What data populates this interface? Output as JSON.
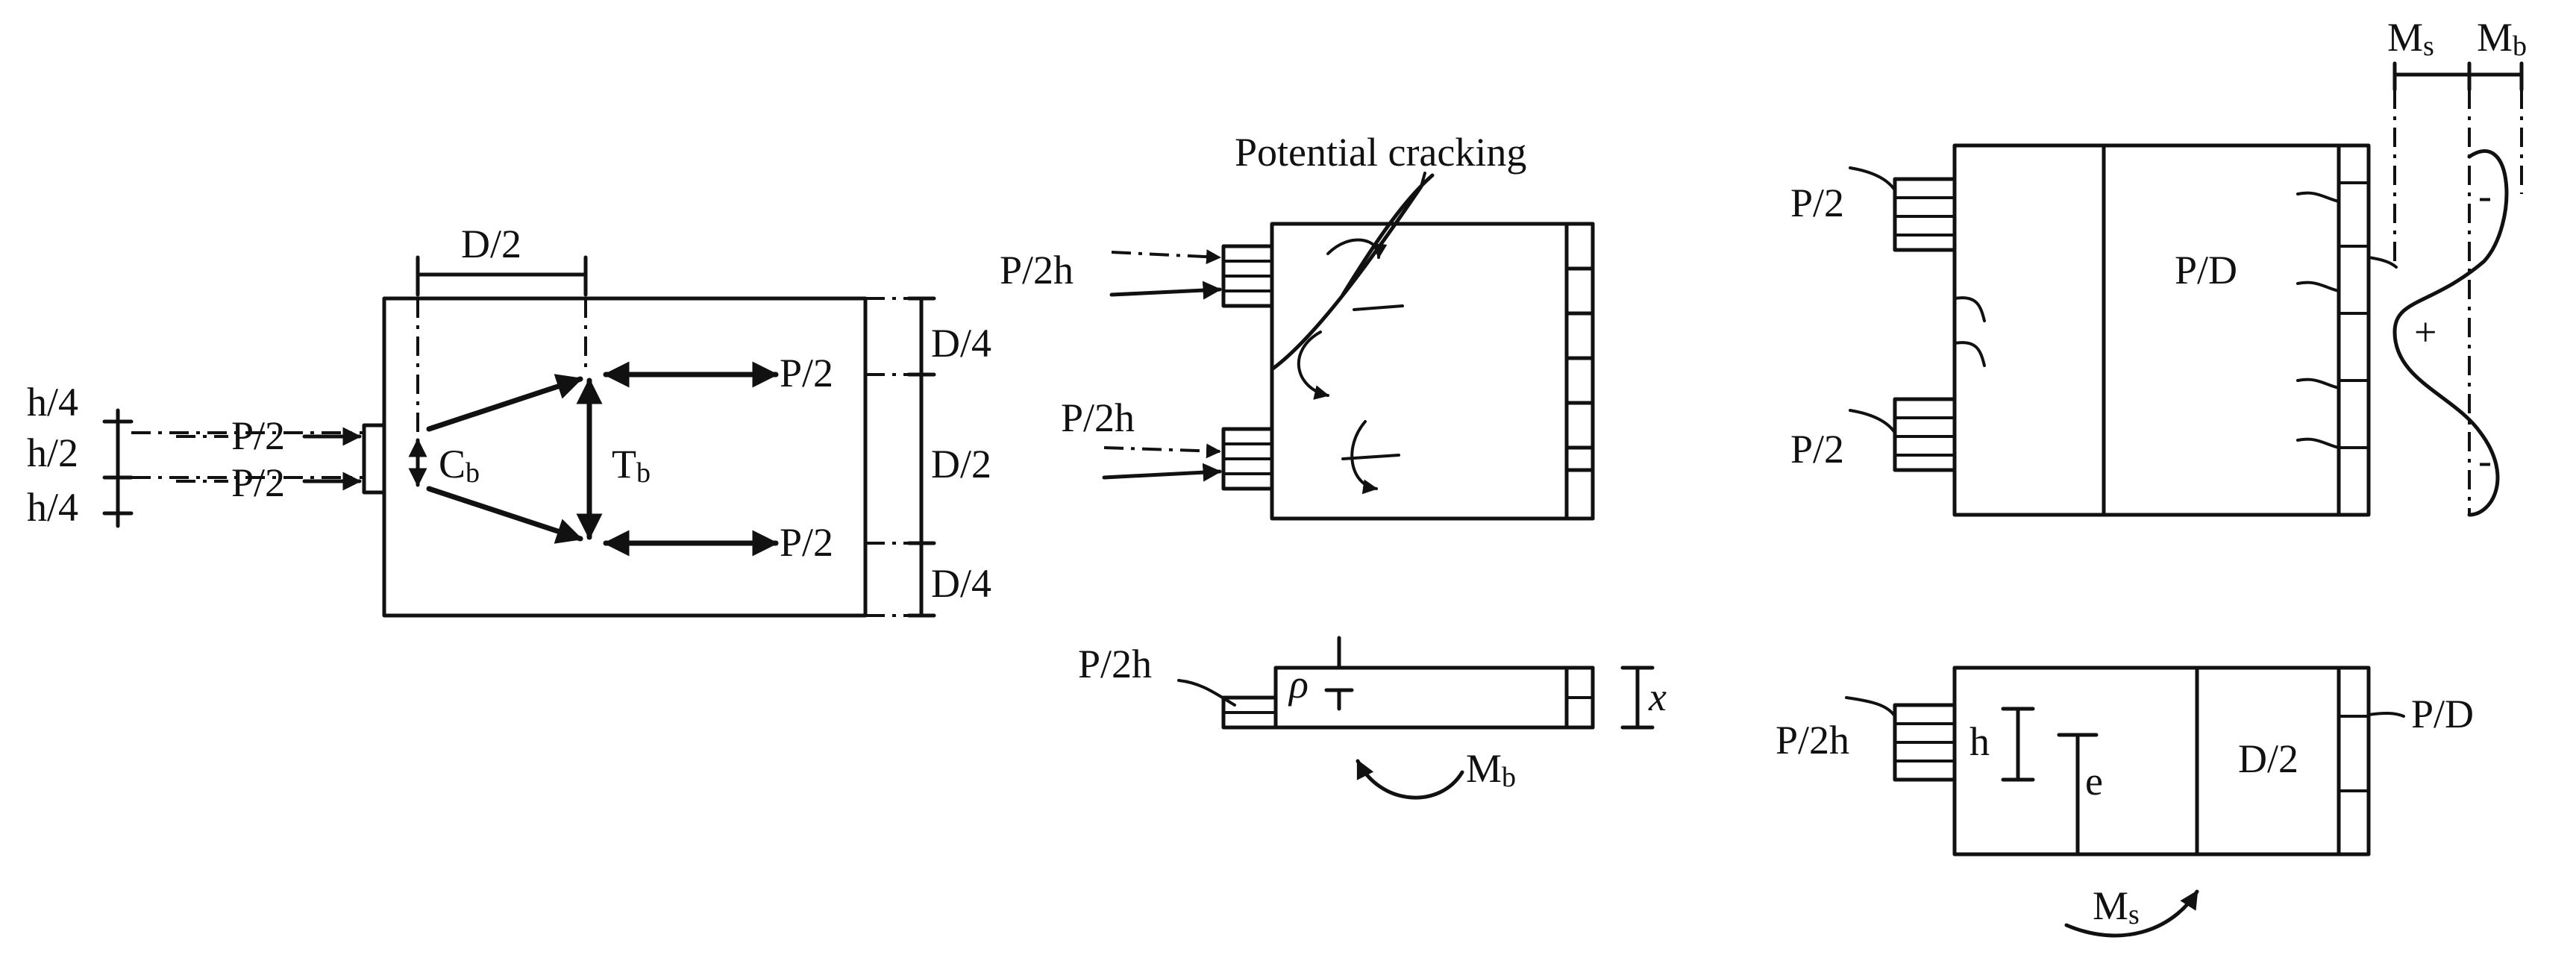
{
  "labels": {
    "h4": "h/4",
    "h2": "h/2",
    "p2": "P/2",
    "d2": "D/2",
    "d4": "D/4",
    "cb": "C",
    "b": "b",
    "tb": "T",
    "potential": "Potential cracking",
    "p2h": "P/2h",
    "pd": "P/D",
    "m": "M",
    "s": "s",
    "rho": "ρ",
    "x": "x",
    "h": "h",
    "e": "e",
    "plus": "+",
    "minus": "-"
  }
}
